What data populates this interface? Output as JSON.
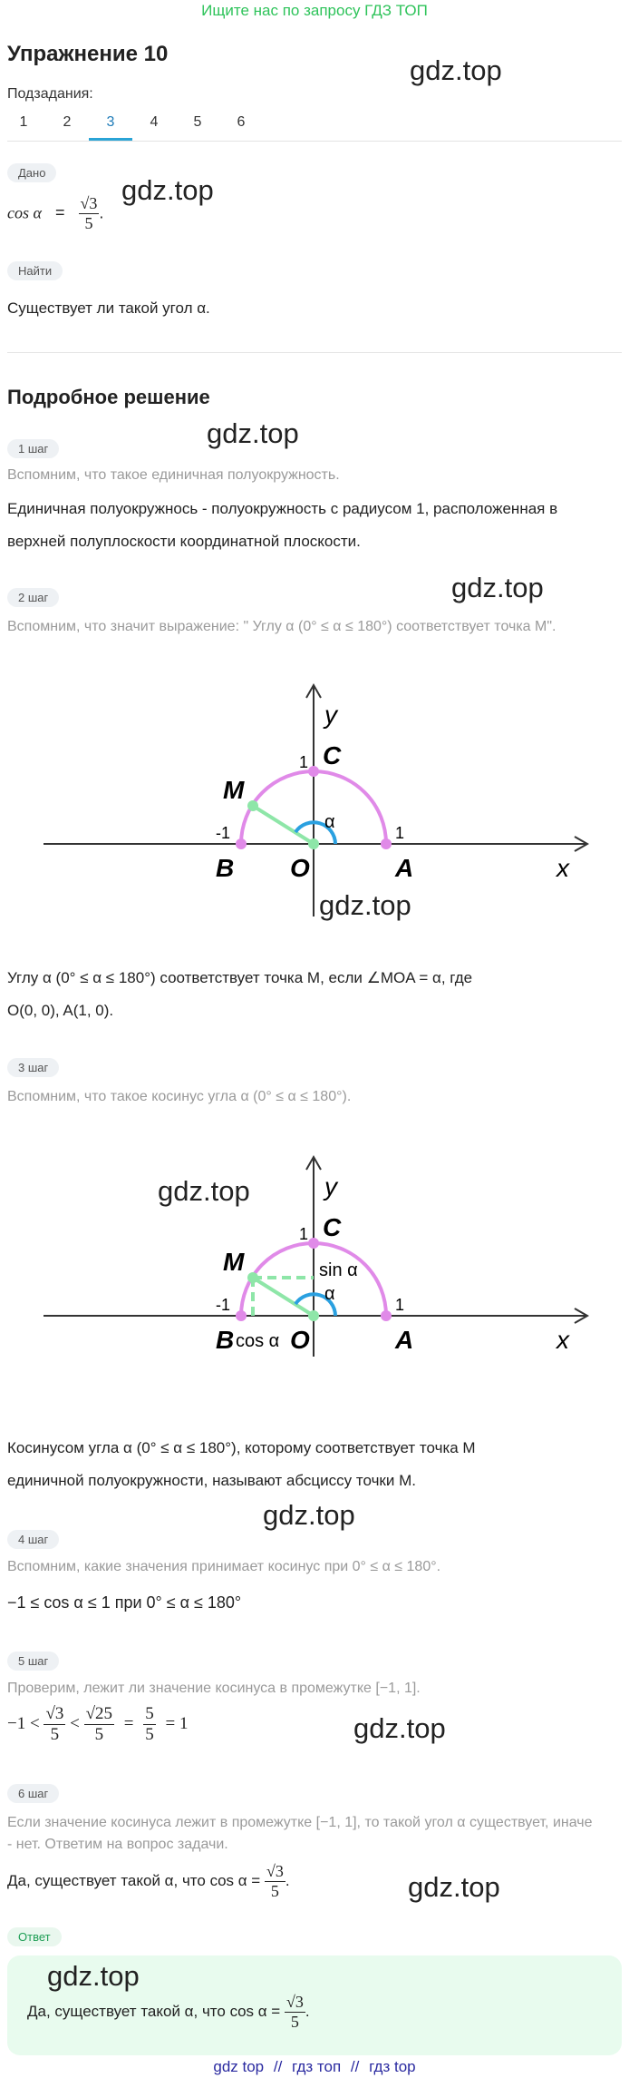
{
  "banner": "Ищите нас по запросу ГДЗ ТОП",
  "title": "Упражнение 10",
  "subtasks_label": "Подзадания:",
  "tabs": [
    "1",
    "2",
    "3",
    "4",
    "5",
    "6"
  ],
  "active_tab": "3",
  "watermark": "gdz.top",
  "given_badge": "Дано",
  "given_lhs": "cos α",
  "given_eq": "=",
  "given_num": "√3",
  "given_den": "5",
  "given_dot": ".",
  "find_badge": "Найти",
  "find_text": "Существует ли такой угол α.",
  "solution_title": "Подробное решение",
  "steps": {
    "s1_badge": "1 шаг",
    "s1_hint": "Вспомним, что такое единичная полуокружность.",
    "s1_text1": "Единичная полуокружнось - полуокружность с радиусом 1, расположенная в",
    "s1_text2": "верхней полуплоскости координатной плоскости.",
    "s2_badge": "2 шаг",
    "s2_hint": "Вспомним, что значит выражение: \" Углу α (0° ≤ α ≤ 180°) соответствует точка M\".",
    "s2_text1": "Углу α (0° ≤ α ≤ 180°) соответствует точка M, если ∠MOA = α, где",
    "s2_text2": "O(0, 0), A(1, 0).",
    "s3_badge": "3 шаг",
    "s3_hint": "Вспомним, что такое косинус угла α (0° ≤ α ≤ 180°).",
    "s3_text1": "Косинусом угла α (0° ≤ α ≤ 180°), которому соответствует точка M",
    "s3_text2": "единичной полуокружности, называют абсциссу точки M.",
    "s4_badge": "4 шаг",
    "s4_hint": "Вспомним, какие значения принимает косинус при 0° ≤ α ≤ 180°.",
    "s4_text": "−1 ≤ cos α ≤ 1 при 0° ≤ α ≤ 180°",
    "s5_badge": "5 шаг",
    "s5_hint": "Проверим, лежит ли значение косинуса в промежутке [−1, 1].",
    "s5_a": "−1 <",
    "s5_n1": "√3",
    "s5_d1": "5",
    "s5_lt": "<",
    "s5_n2": "√25",
    "s5_d2": "5",
    "s5_eq1": "=",
    "s5_n3": "5",
    "s5_d3": "5",
    "s5_eq2": "= 1",
    "s6_badge": "6 шаг",
    "s6_hint1": "Если значение косинуса лежит в промежутке [−1, 1], то такой угол α существует, иначе",
    "s6_hint2": "- нет. Ответим на вопрос задачи.",
    "s6_text": "Да, существует такой α, что cos α =",
    "s6_num": "√3",
    "s6_den": "5"
  },
  "answer_badge": "Ответ",
  "answer_text": "Да, существует такой α, что cos α =",
  "answer_num": "√3",
  "answer_den": "5",
  "diagram": {
    "y": "y",
    "x": "x",
    "C": "C",
    "M": "M",
    "B": "B",
    "O": "O",
    "A": "A",
    "one_top": "1",
    "one_right": "1",
    "minus_one": "-1",
    "alpha": "α",
    "sin": "sin α",
    "cos": "cos α"
  },
  "footer": [
    "gdz top",
    "//",
    "гдз топ",
    "//",
    "гдз top"
  ],
  "colors": {
    "arc": "#e08ae8",
    "radius": "#8ee6a8",
    "angle": "#2aa0e0",
    "green": "#2ec35a"
  }
}
